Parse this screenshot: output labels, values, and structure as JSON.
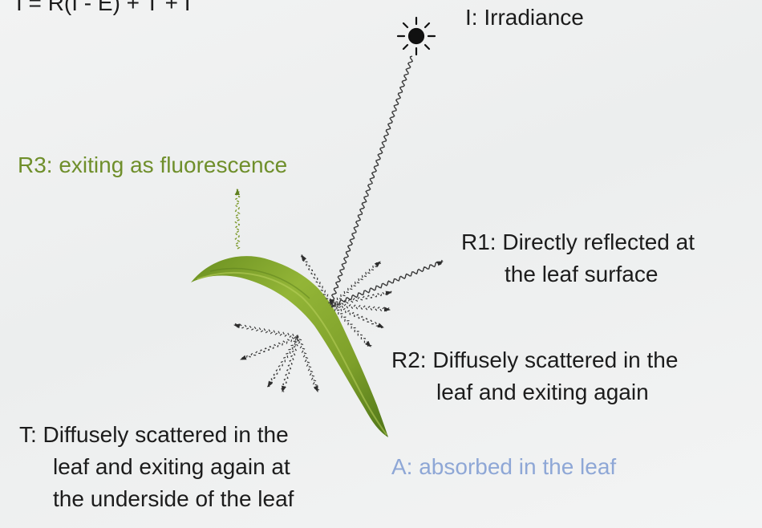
{
  "equation": "I = R(I - E) + T + I",
  "labels": {
    "irradiance": "I:  Irradiance",
    "r3": "R3: exiting as fluorescence",
    "r1": [
      "R1:  Directly reflected at",
      "the leaf surface"
    ],
    "r2": [
      "R2:  Diffusely scattered in the",
      "leaf and exiting again"
    ],
    "t": [
      "T:  Diffusely scattered in the",
      "leaf and exiting again at",
      "the underside of the leaf"
    ],
    "a": "A:  absorbed in the leaf"
  },
  "icons": {
    "source": "sun-icon"
  },
  "colors": {
    "leaf_light": "#9cbd3c",
    "leaf_dark": "#4e7418",
    "fluorescence": "#6f8f2b",
    "absorbed": "#8ea7d6",
    "ray": "#3a3a3a",
    "text": "#1c1c1c"
  }
}
